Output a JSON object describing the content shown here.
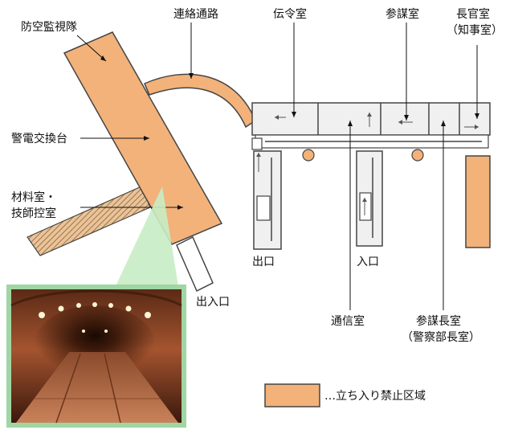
{
  "labels": {
    "air_defense": "防空監視隊",
    "passage": "連絡通路",
    "dispatch": "伝令室",
    "staff": "参謀室",
    "chief_1": "長官室",
    "chief_2": "（知事室）",
    "switchboard": "警電交換台",
    "materials_1": "材料室・",
    "materials_2": "技師控室",
    "exit": "出口",
    "entrance": "入口",
    "gate": "出入口",
    "comms": "通信室",
    "chief_staff_1": "参謀長室",
    "chief_staff_2": "（警察部長室）"
  },
  "legend": {
    "text": "…立ち入り禁止区域",
    "color": "#f2b27a"
  },
  "colors": {
    "restricted": "#f2b27a",
    "photo_border": "#9fd6a4"
  }
}
